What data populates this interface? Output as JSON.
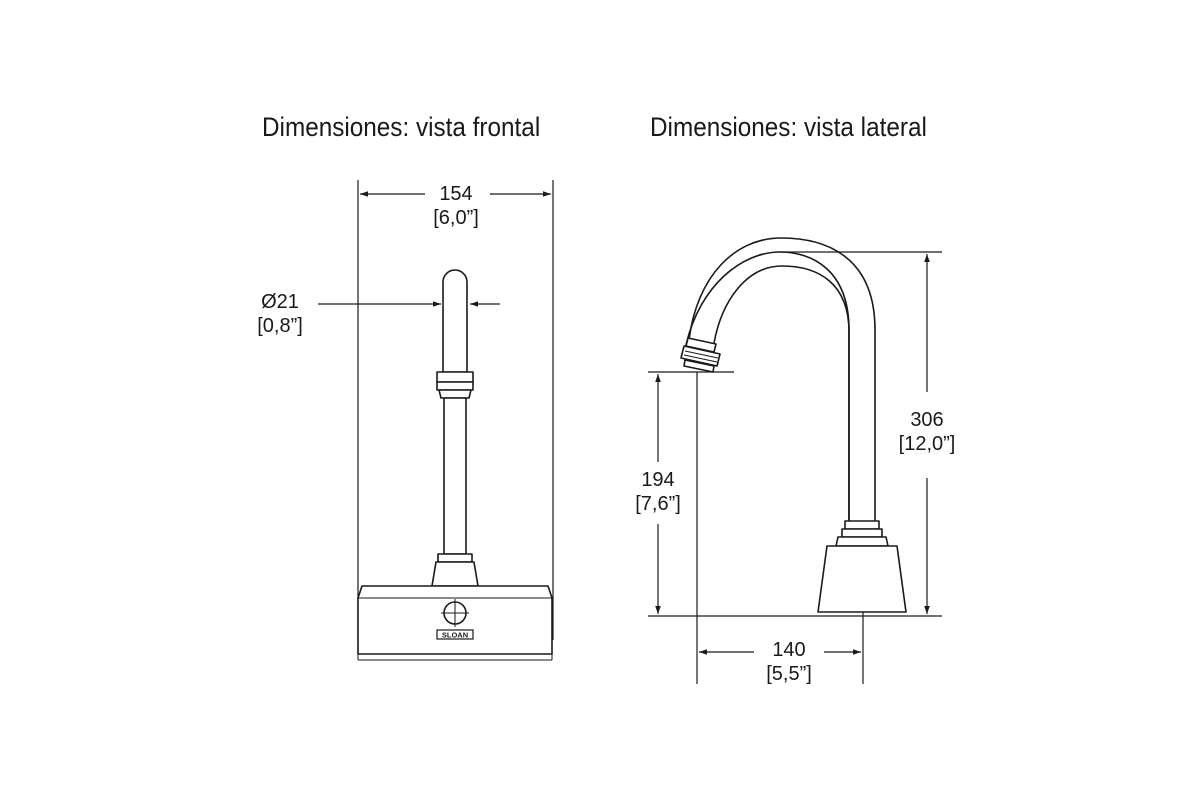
{
  "front_view": {
    "title": "Dimensiones: vista frontal",
    "width_dim": {
      "metric": "154",
      "imperial": "[6,0”]"
    },
    "diameter_dim": {
      "metric": "Ø21",
      "imperial": "[0,8”]"
    },
    "logo_text": "SLOAN"
  },
  "side_view": {
    "title": "Dimensiones: vista lateral",
    "total_height_dim": {
      "metric": "306",
      "imperial": "[12,0”]"
    },
    "spout_height_dim": {
      "metric": "194",
      "imperial": "[7,6”]"
    },
    "reach_dim": {
      "metric": "140",
      "imperial": "[5,5”]"
    }
  }
}
